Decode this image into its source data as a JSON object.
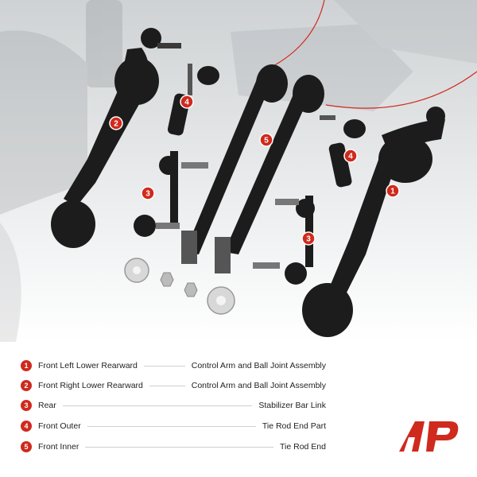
{
  "legend": [
    {
      "num": "1",
      "label": "Front Left Lower Rearward",
      "value": "Control Arm and Ball Joint Assembly"
    },
    {
      "num": "2",
      "label": "Front Right Lower Rearward",
      "value": "Control Arm and Ball Joint Assembly"
    },
    {
      "num": "3",
      "label": "Rear",
      "value": "Stabilizer Bar Link"
    },
    {
      "num": "4",
      "label": "Front Outer",
      "value": "Tie Rod End Part"
    },
    {
      "num": "5",
      "label": "Front Inner",
      "value": "Tie Rod End"
    }
  ],
  "callouts": {
    "c1": "1",
    "c2": "2",
    "c3a": "3",
    "c3b": "3",
    "c4a": "4",
    "c4b": "4",
    "c5": "5"
  },
  "colors": {
    "accent": "#cf2a1d",
    "part": "#1c1c1c"
  }
}
